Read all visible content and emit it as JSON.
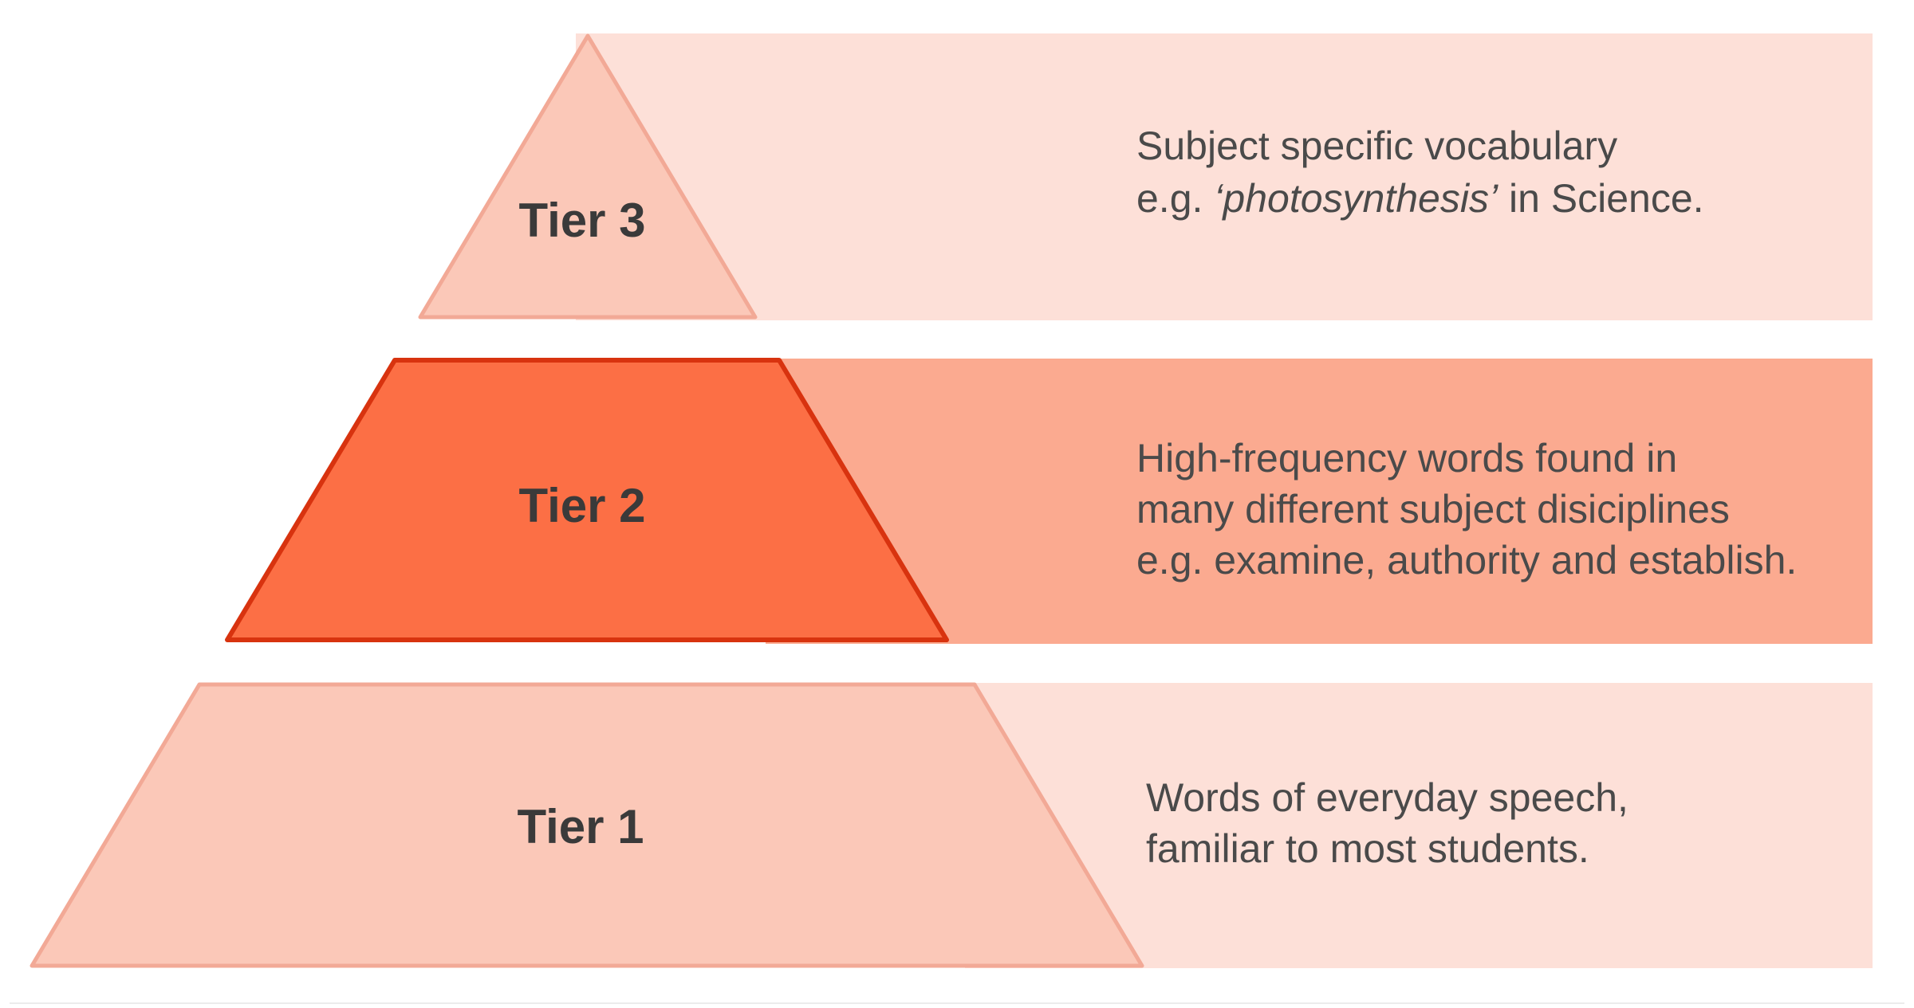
{
  "colors": {
    "light_band": "#fde0d8",
    "light_shape": "#fbc8b8",
    "light_shape_stroke": "#f2a996",
    "highlight_band": "#fbaa90",
    "highlight_shape": "#fc6f45",
    "highlight_shape_stroke": "#d8330f",
    "label_text": "#3a3a3a",
    "description_text": "#4a4a4a"
  },
  "tiers": [
    {
      "label": "Tier 3",
      "highlighted": false,
      "description": {
        "line1": "Subject specific vocabulary",
        "line2_prefix": "e.g. ",
        "line2_italic": "‘photosynthesis’",
        "line2_suffix": " in Science."
      }
    },
    {
      "label": "Tier 2",
      "highlighted": true,
      "description": {
        "line1": "High-frequency words found in",
        "line2": "many different subject disiciplines",
        "line3": "e.g. examine, authority and establish."
      }
    },
    {
      "label": "Tier 1",
      "highlighted": false,
      "description": {
        "line1": "Words of everyday speech,",
        "line2": "familiar to most students."
      }
    }
  ]
}
